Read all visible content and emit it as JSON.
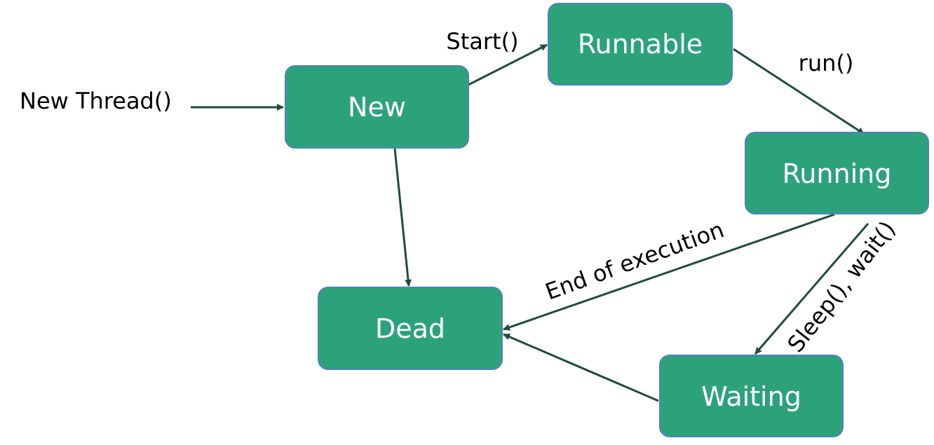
{
  "diagram": {
    "nodes": {
      "new": "New",
      "runnable": "Runnable",
      "running": "Running",
      "dead": "Dead",
      "waiting": "Waiting"
    },
    "edges": {
      "new_thread": "New Thread()",
      "start": "Start()",
      "run": "run()",
      "end_of_execution": "End of execution",
      "sleep_wait": "Sleep(), wait()"
    },
    "colors": {
      "node_fill": "#2ca27b",
      "node_border": "#4f81bd",
      "arrow": "#1e4d3b",
      "node_text": "#ffffff",
      "edge_text": "#000000"
    }
  }
}
